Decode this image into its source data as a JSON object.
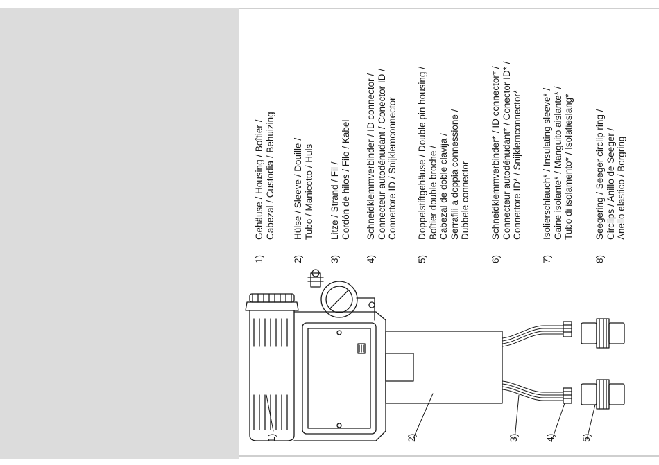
{
  "legend": [
    {
      "number": "1)",
      "lines": [
        "Gehäuse / Housing / Boîtier /",
        "Cabezal / Custodia / Behuizing"
      ]
    },
    {
      "number": "2)",
      "lines": [
        "Hülse / Sleeve / Douille /",
        "Tubo / Manicotto / Huls"
      ]
    },
    {
      "number": "3)",
      "lines": [
        "Litze / Strand / Fil /",
        "Cordón de hilos / Filo / Kabel"
      ]
    },
    {
      "number": "4)",
      "lines": [
        "Schneidklemmverbinder / ID connector /",
        "Connecteur autodénudant / Conector ID /",
        "Connettore ID / Snijklemconnector"
      ]
    },
    {
      "number": "5)",
      "lines": [
        "Doppelstiftgehäuse / Double pin housing /",
        "Boîtier double broche /",
        "Cabezal de doble clavija /",
        "Serrafili a doppia connessione /",
        "Dubbele connector"
      ]
    },
    {
      "number": "6)",
      "lines": [
        "Schneidklemmverbinder* / ID connector* /",
        "Connecteur autodénudant* / Conector ID* /",
        "Connettore ID* / Snijklemconnector*"
      ]
    },
    {
      "number": "7)",
      "lines": [
        "Isolierschlauch* / Insulating sleeve* /",
        "Gaine isolante* / Manguito aislante* /",
        "Tubo di isolamento* / Isolatieslang*"
      ]
    },
    {
      "number": "8)",
      "lines": [
        "Seegering / Seeger circlip ring /",
        "Circlips / Anillo de Seeger /",
        "Anello elastico / Borgring"
      ]
    }
  ],
  "callouts": [
    "1)",
    "2)",
    "3)",
    "4)",
    "5)"
  ]
}
